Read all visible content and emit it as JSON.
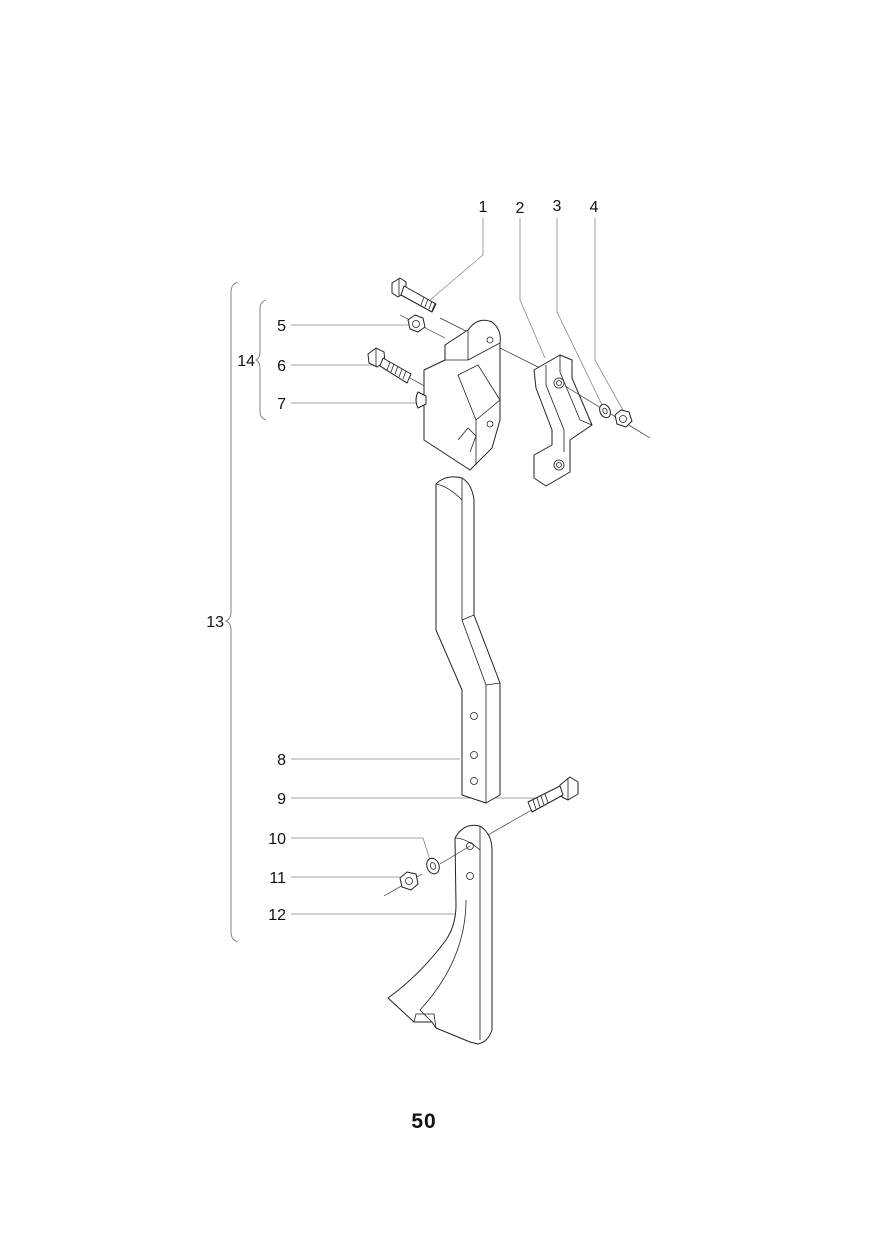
{
  "callouts": {
    "c1": "1",
    "c2": "2",
    "c3": "3",
    "c4": "4",
    "c5": "5",
    "c6": "6",
    "c7": "7",
    "c8": "8",
    "c9": "9",
    "c10": "10",
    "c11": "11",
    "c12": "12",
    "c13": "13",
    "c14": "14"
  },
  "page_number": "50"
}
